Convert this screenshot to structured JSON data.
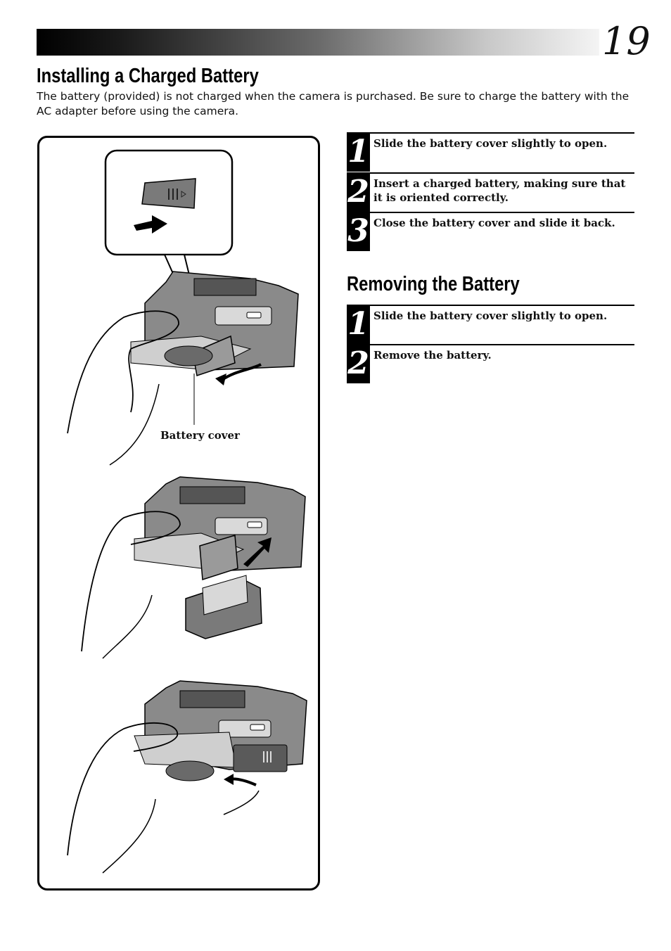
{
  "page": {
    "number": "19"
  },
  "install": {
    "title": "Installing a Charged Battery",
    "intro": "The battery (provided) is not charged when the camera is purchased. Be sure to charge the battery with the AC adapter before using the camera.",
    "steps": [
      {
        "num": "1",
        "text": "Slide the battery cover slightly to open."
      },
      {
        "num": "2",
        "text": "Insert a charged battery, making sure that it is oriented correctly."
      },
      {
        "num": "3",
        "text": "Close the battery cover and slide it back."
      }
    ]
  },
  "remove": {
    "title": "Removing the Battery",
    "steps": [
      {
        "num": "1",
        "text": "Slide the battery cover slightly to open."
      },
      {
        "num": "2",
        "text": "Remove the battery."
      }
    ]
  },
  "illustration": {
    "battery_cover_label": "Battery cover"
  }
}
